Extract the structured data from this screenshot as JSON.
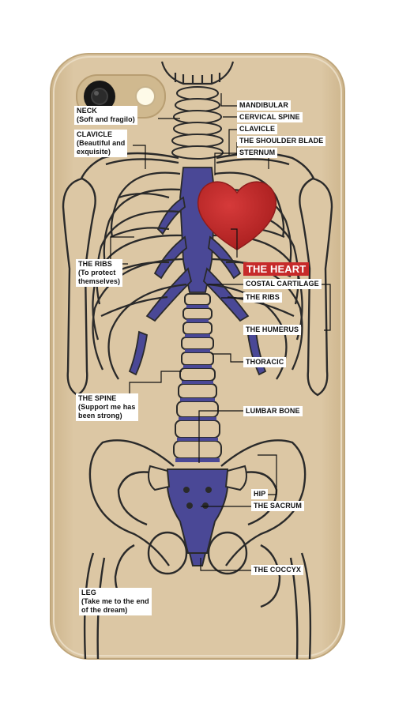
{
  "colors": {
    "phone_body": "#dcc7a4",
    "bone_outline": "#2a2a2a",
    "cartilage": "#4a4896",
    "heart": "#c62a2a",
    "label_background": "#ffffff"
  },
  "labels": {
    "neck": "NECK\n(Soft and fragilo)",
    "clavicle_left": "CLAVICLE\n(Beautiful and\nexquisite)",
    "mandibular": "MANDIBULAR",
    "cervical_spine": "CERVICAL SPINE",
    "clavicle_right": "CLAVICLE",
    "shoulder_blade": "THE SHOULDER BLADE",
    "sternum": "STERNUM",
    "heart": "THE HEART",
    "costal_cartilage": "COSTAL CARTILAGE",
    "ribs_right": "THE RIBS",
    "ribs_left": "THE RIBS\n(To protect\nthemselves)",
    "humerus": "THE HUMERUS",
    "thoracic": "THORACIC",
    "spine": "THE SPINE\n(Support me has\nbeen strong)",
    "lumbar": "LUMBAR BONE",
    "hip": "HIP",
    "sacrum": "THE SACRUM",
    "coccyx": "THE COCCYX",
    "leg": "LEG\n(Take me to the end\nof the dream)"
  }
}
